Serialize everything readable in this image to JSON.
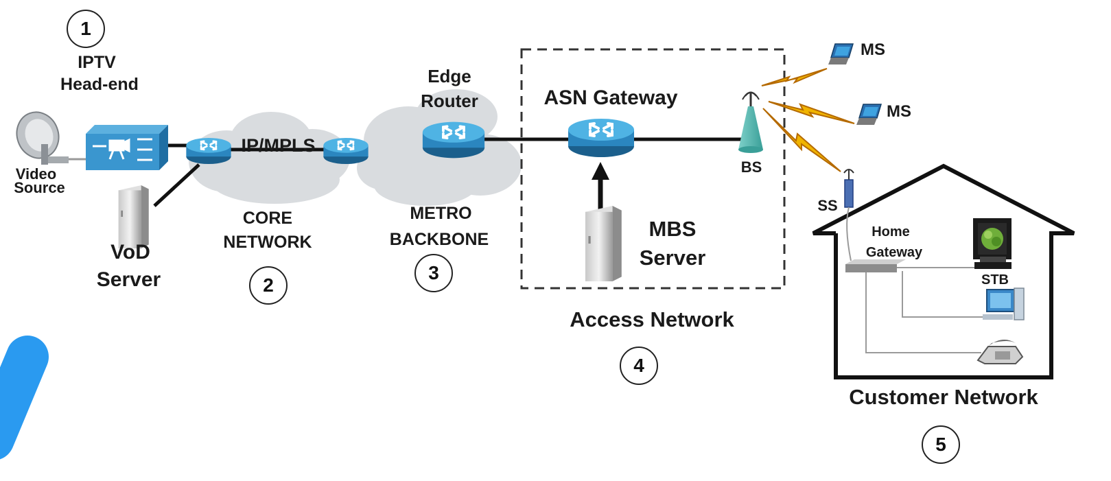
{
  "head_end": {
    "line1": "IPTV",
    "line2": "Head-end"
  },
  "video_source": {
    "line1": "Video",
    "line2": "Source"
  },
  "vod_server": {
    "line1": "VoD",
    "line2": "Server"
  },
  "core": {
    "label": "IP/MPLS",
    "line1": "CORE",
    "line2": "NETWORK"
  },
  "metro": {
    "edge_line1": "Edge",
    "edge_line2": "Router",
    "line1": "METRO",
    "line2": "BACKBONE"
  },
  "access": {
    "asn_gateway": "ASN Gateway",
    "mbs_line1": "MBS",
    "mbs_line2": "Server",
    "title": "Access Network"
  },
  "wireless": {
    "bs": "BS",
    "ms1": "MS",
    "ms2": "MS",
    "ss": "SS"
  },
  "customer": {
    "home_line1": "Home",
    "home_line2": "Gateway",
    "stb": "STB",
    "title": "Customer Network"
  },
  "steps": [
    "1",
    "2",
    "3",
    "4",
    "5"
  ],
  "colors": {
    "router": "#3a9fd4",
    "router_dark": "#1f6f9f",
    "cloud": "#d9dcdf",
    "accent_stroke": "#2a9af0",
    "lightning": "#f0b400"
  }
}
